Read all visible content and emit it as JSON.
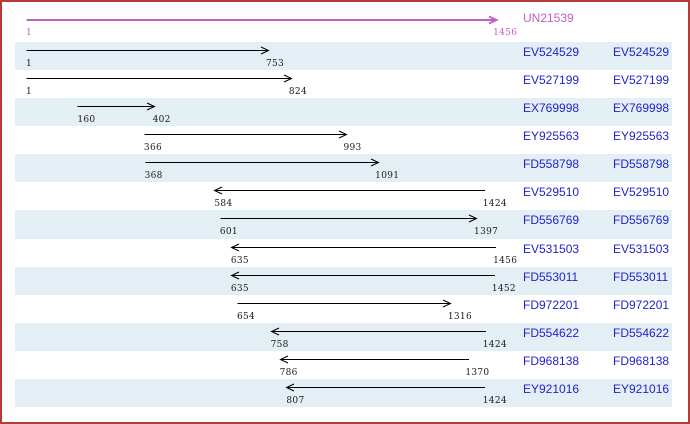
{
  "style": {
    "border_color": "#b53b3b",
    "band_color": "#e3eff5",
    "background_color": "#ffffff",
    "reference_color": "#c45ec4",
    "accession_color": "#2222cc",
    "alignment_arrow_color": "#000000",
    "coordinate_text_color": "#1a1a1a"
  },
  "chart_data": {
    "type": "alignment-map",
    "axis": {
      "min": 1,
      "max": 1456
    },
    "legend_position": "right",
    "grid": false,
    "reference": {
      "name": "UN21539",
      "start": 1,
      "end": 1456,
      "strand": "+"
    },
    "alignments": [
      {
        "name": "EV524529",
        "start": 1,
        "end": 753,
        "strand": "+"
      },
      {
        "name": "EV527199",
        "start": 1,
        "end": 824,
        "strand": "+"
      },
      {
        "name": "EX769998",
        "start": 160,
        "end": 402,
        "strand": "+"
      },
      {
        "name": "EY925563",
        "start": 366,
        "end": 993,
        "strand": "+"
      },
      {
        "name": "FD558798",
        "start": 368,
        "end": 1091,
        "strand": "+"
      },
      {
        "name": "EV529510",
        "start": 584,
        "end": 1424,
        "strand": "-"
      },
      {
        "name": "FD556769",
        "start": 601,
        "end": 1397,
        "strand": "+"
      },
      {
        "name": "EV531503",
        "start": 635,
        "end": 1456,
        "strand": "-"
      },
      {
        "name": "FD553011",
        "start": 635,
        "end": 1452,
        "strand": "-"
      },
      {
        "name": "FD972201",
        "start": 654,
        "end": 1316,
        "strand": "+"
      },
      {
        "name": "FD554622",
        "start": 758,
        "end": 1424,
        "strand": "-"
      },
      {
        "name": "FD968138",
        "start": 786,
        "end": 1370,
        "strand": "-"
      },
      {
        "name": "EY921016",
        "start": 807,
        "end": 1424,
        "strand": "-"
      }
    ]
  }
}
